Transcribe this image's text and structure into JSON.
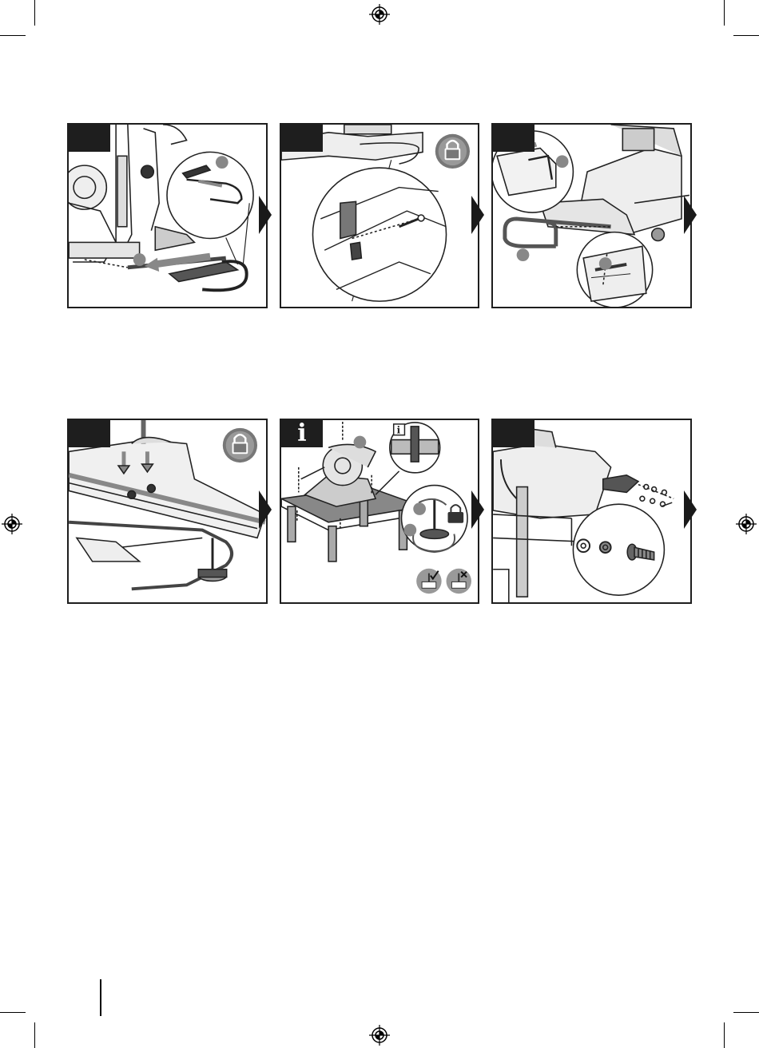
{
  "page": {
    "info_marker": "i",
    "panels": [
      {
        "id": "p1",
        "icons": [
          "miter-saw",
          "extension-rail",
          "number-callout"
        ]
      },
      {
        "id": "p2",
        "icons": [
          "lock-icon",
          "pin-detail-magnifier"
        ]
      },
      {
        "id": "p3",
        "icons": [
          "u-bar-handle",
          "number-callout",
          "detail-magnifier"
        ]
      },
      {
        "id": "p4",
        "icons": [
          "lock-icon",
          "down-arrow",
          "leveling-foot"
        ]
      },
      {
        "id": "p5",
        "icons": [
          "info-icon",
          "workbench",
          "lock-icon",
          "check-icon",
          "cross-icon"
        ]
      },
      {
        "id": "p6",
        "icons": [
          "dust-port",
          "washer",
          "screw"
        ]
      }
    ]
  }
}
